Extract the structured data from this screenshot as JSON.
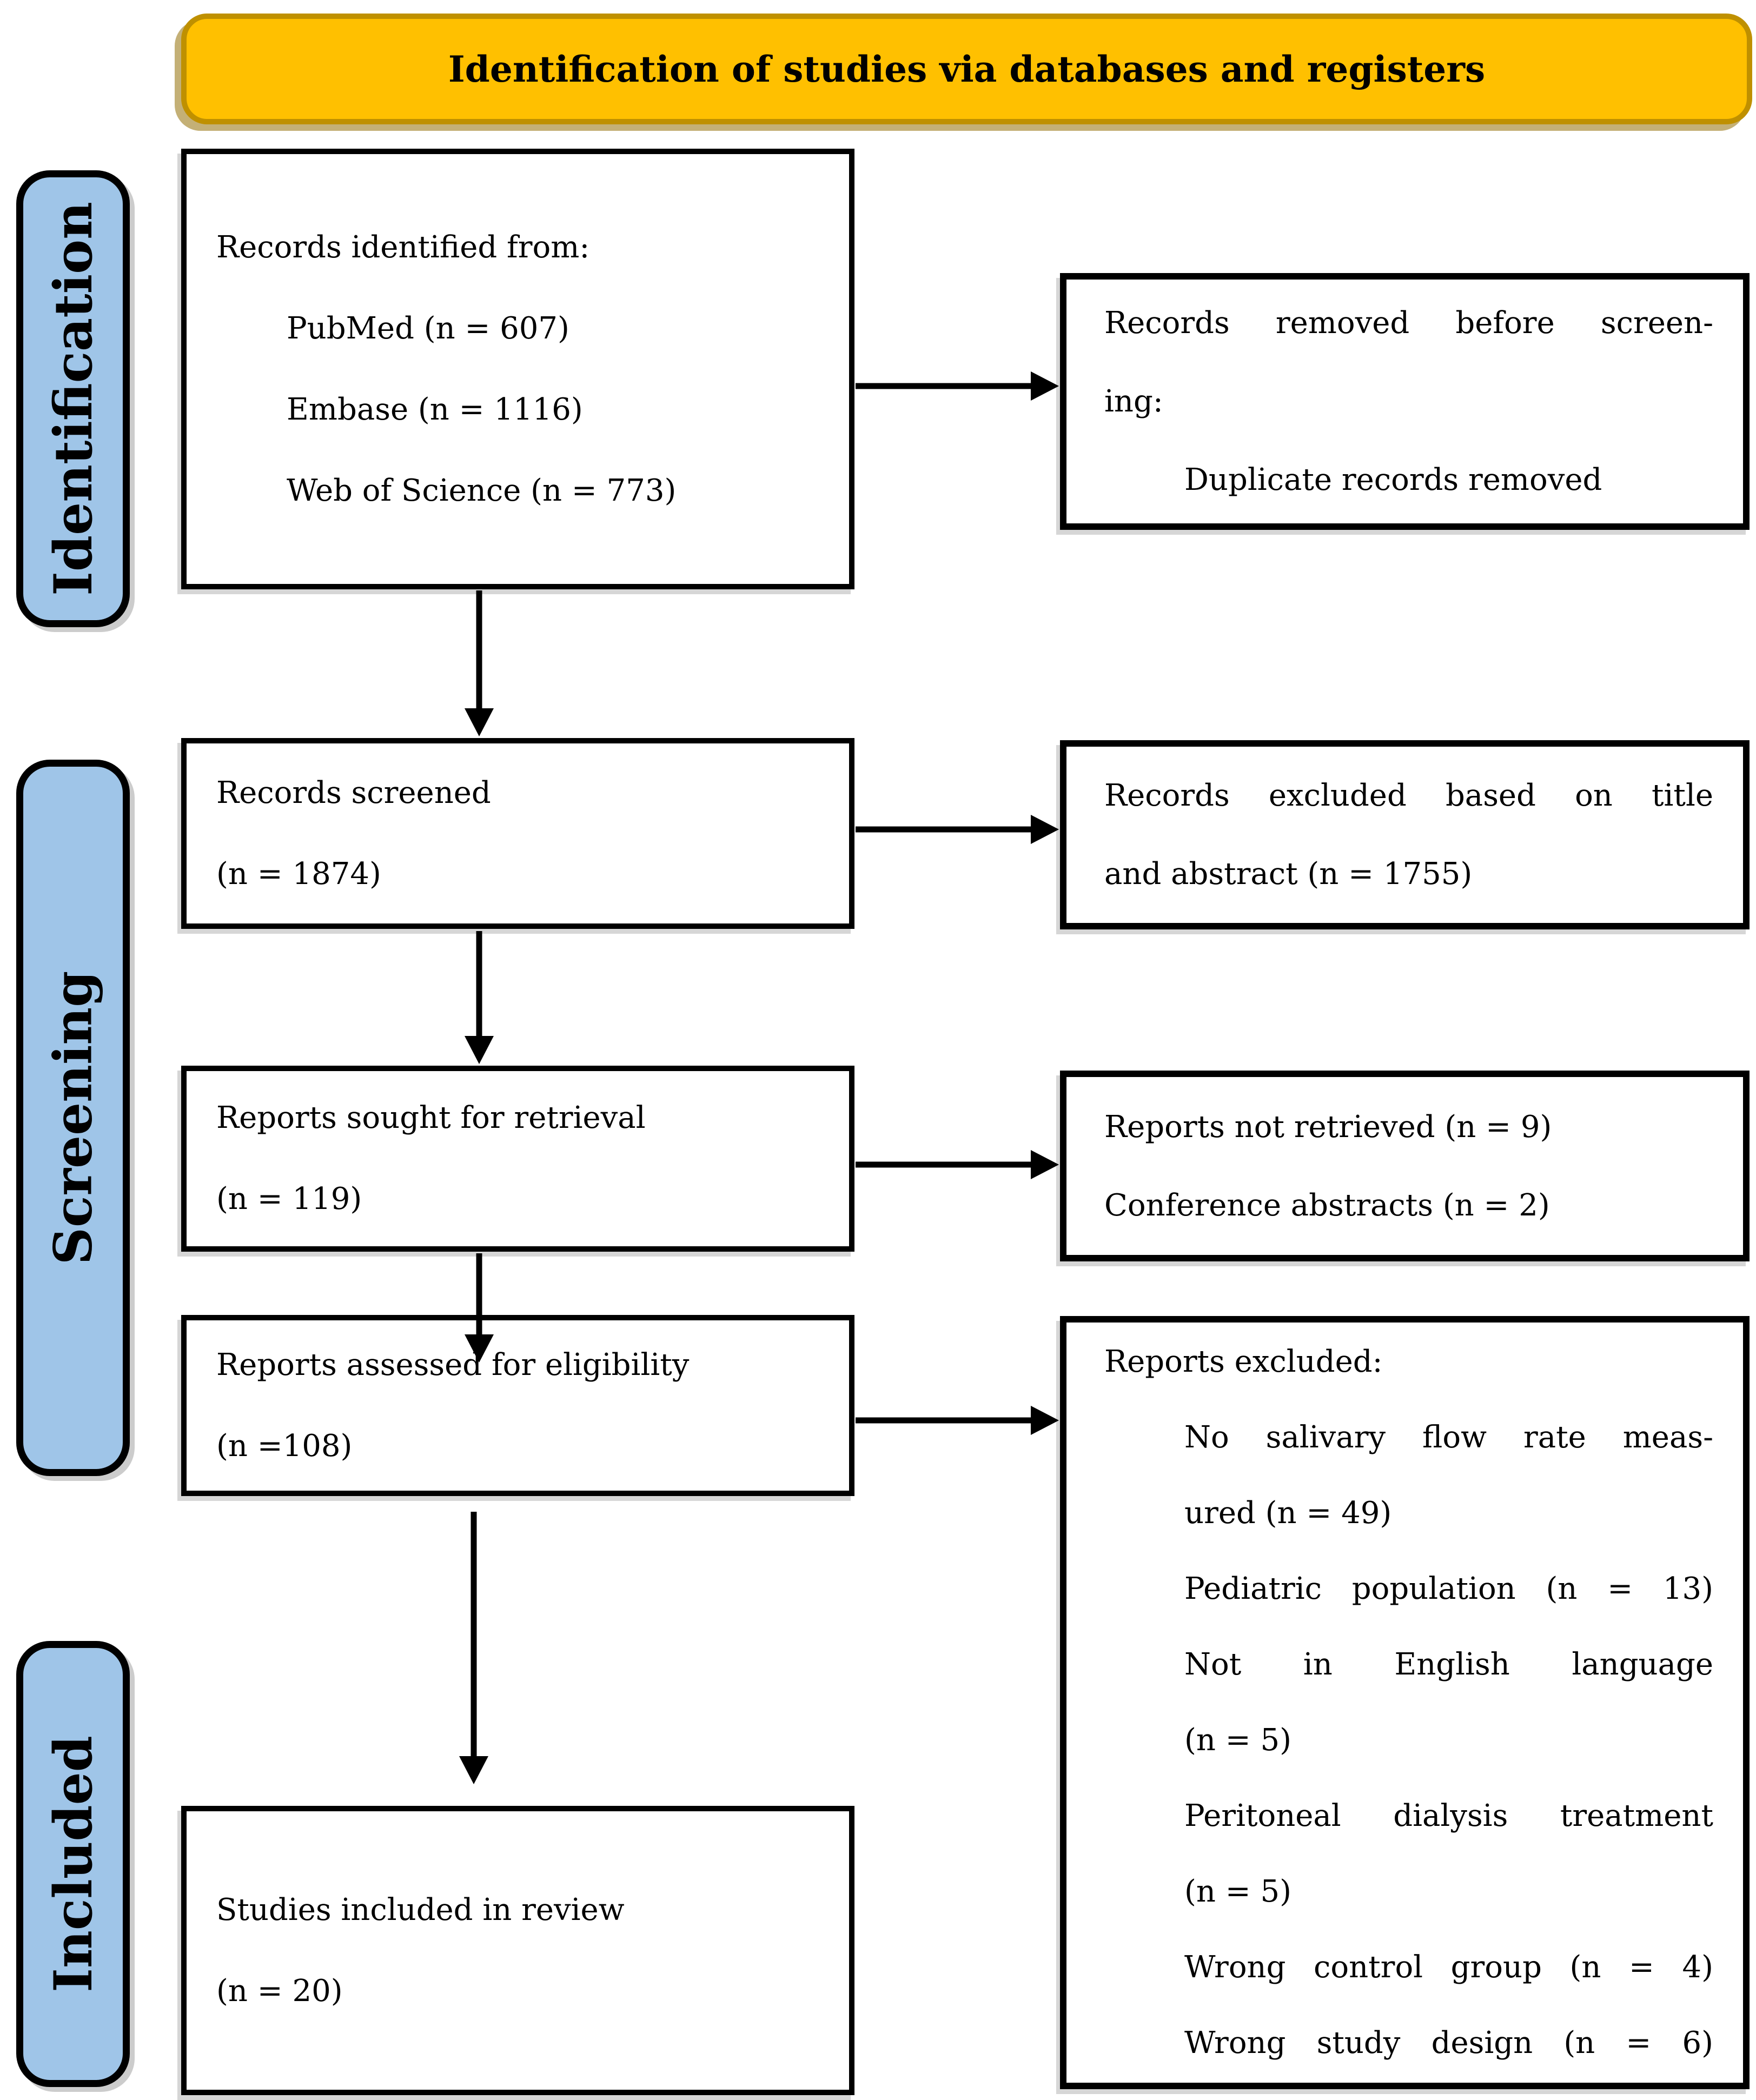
{
  "header": {
    "title": "Identification of studies via databases and registers"
  },
  "sidebar": {
    "identification": "Identification",
    "screening": "Screening",
    "included": "Included"
  },
  "boxes": {
    "records_identified": {
      "l1": "Records identified from:",
      "l2": "PubMed (n = 607)",
      "l3": "Embase (n = 1116)",
      "l4": "Web of Science (n = 773)"
    },
    "records_removed": {
      "l1": "Records removed before screen-",
      "l2": "ing:",
      "l3": "Duplicate records removed"
    },
    "records_screened": {
      "l1": "Records screened",
      "l2": "(n = 1874)"
    },
    "records_excluded": {
      "l1": "Records excluded based on title",
      "l2": "and abstract (n = 1755)"
    },
    "reports_sought": {
      "l1": "Reports sought for retrieval",
      "l2": "(n = 119)"
    },
    "reports_not_retrieved": {
      "l1": "Reports not retrieved (n = 9)",
      "l2": "Conference abstracts (n = 2)"
    },
    "reports_assessed": {
      "l1": "Reports assessed for eligibility",
      "l2": "(n =108)"
    },
    "reports_excluded": {
      "l1": "Reports excluded:",
      "l2": "No salivary flow rate meas-",
      "l3": "ured (n = 49)",
      "l4": "Pediatric population (n = 13)",
      "l5": "Not in English language",
      "l6": "(n = 5)",
      "l7": "Peritoneal dialysis treatment",
      "l8": "(n = 5)",
      "l9": "Wrong control group (n = 4)",
      "l10": "Wrong study design (n = 6)"
    },
    "studies_included": {
      "l1": "Studies included in review",
      "l2": "(n = 20)"
    }
  },
  "colors": {
    "header_fill": "#FFC000",
    "header_border": "#BF9000",
    "stage_fill": "#9FC5E8",
    "box_border": "#000000"
  }
}
